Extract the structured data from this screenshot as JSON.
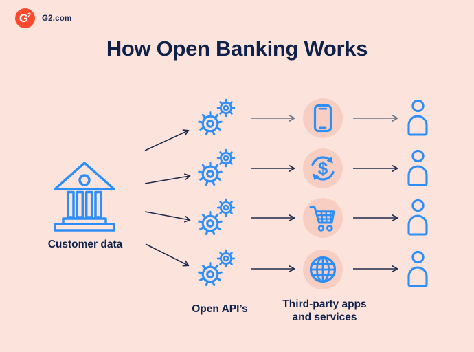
{
  "header": {
    "brand": "G2.com",
    "logo": {
      "letter": "G",
      "sup": "2"
    }
  },
  "title": "How Open Banking Works",
  "bank": {
    "label": "Customer data",
    "icon": "bank-icon"
  },
  "columns": {
    "apis_label": "Open API’s",
    "apps_label_line1": "Third-party apps",
    "apps_label_line2": "and services"
  },
  "rows": [
    {
      "app_icon": "smartphone-icon"
    },
    {
      "app_icon": "currency-exchange-icon",
      "dollar_sign": "$"
    },
    {
      "app_icon": "shopping-cart-icon"
    },
    {
      "app_icon": "globe-icon"
    }
  ],
  "colors": {
    "background": "#FCE4DD",
    "app_circle": "#F8CEC2",
    "icon_blue": "#2E8EF7",
    "text_navy": "#0F2149",
    "arrow_navy": "#1E2B4D",
    "arrow_gray": "#68758A",
    "logo_red": "#FF492C"
  }
}
